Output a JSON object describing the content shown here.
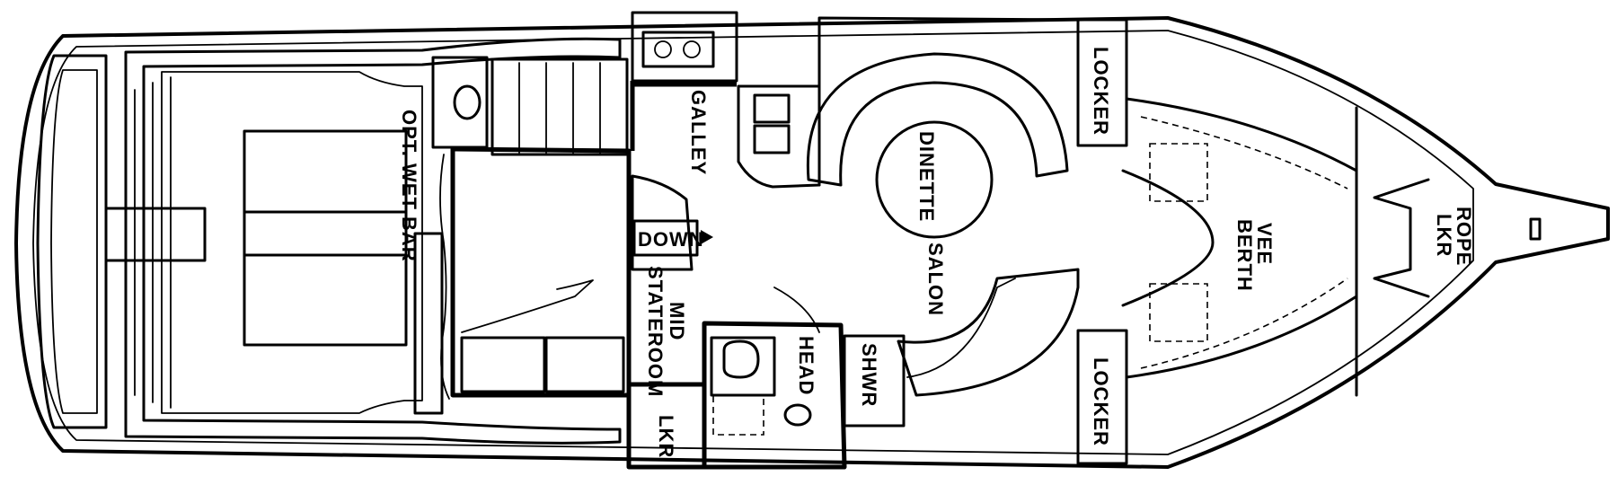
{
  "plan": {
    "labels": {
      "opt_wet_bar": "OPT. WET BAR",
      "galley": "GALLEY",
      "down": "DOWN",
      "mid_stateroom_1": "MID",
      "mid_stateroom_2": "STATEROOM",
      "lkr": "LKR",
      "head": "HEAD",
      "shwr": "SHWR",
      "dinette": "DINETTE",
      "salon": "SALON",
      "locker_top": "LOCKER",
      "locker_bottom": "LOCKER",
      "vee_berth_1": "VEE",
      "vee_berth_2": "BERTH",
      "rope_lkr_1": "ROPE",
      "rope_lkr_2": "LKR"
    },
    "colors": {
      "ink": "#000000",
      "paper": "#ffffff"
    }
  }
}
